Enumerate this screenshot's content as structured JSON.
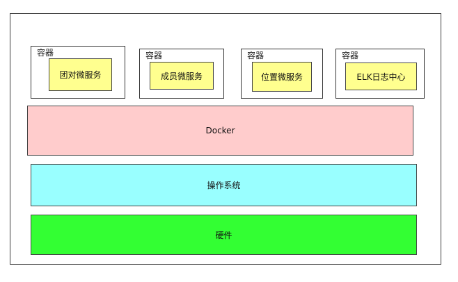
{
  "containers": [
    {
      "label": "容器",
      "service": "团对微服务"
    },
    {
      "label": "容器",
      "service": "成员微服务"
    },
    {
      "label": "容器",
      "service": "位置微服务"
    },
    {
      "label": "容器",
      "service": "ELK日志中心"
    }
  ],
  "layers": {
    "docker": "Docker",
    "os": "操作系统",
    "hardware": "硬件"
  },
  "colors": {
    "service_fill": "#ffff8f",
    "docker_fill": "#ffcccc",
    "os_fill": "#99ffff",
    "hardware_fill": "#33ff33"
  }
}
